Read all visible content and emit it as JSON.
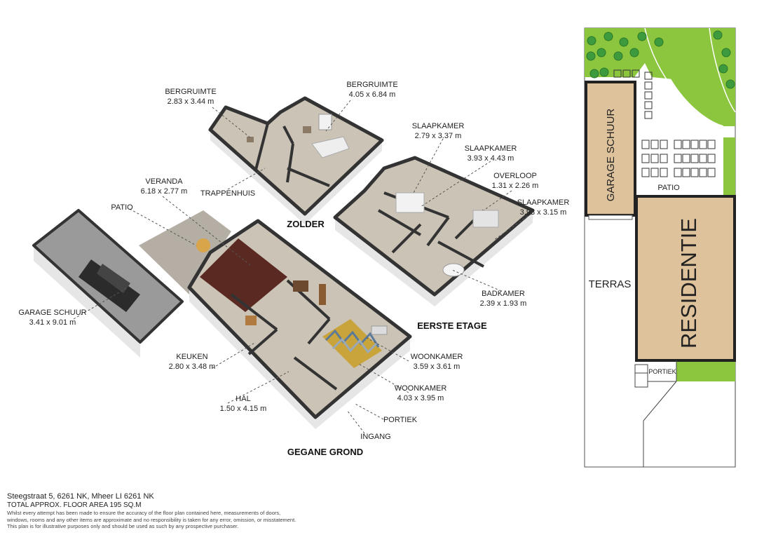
{
  "plan_labels": {
    "bergruimte_a": {
      "name": "BERGRUIMTE",
      "dims": "2.83 x 3.44 m"
    },
    "bergruimte_b": {
      "name": "BERGRUIMTE",
      "dims": "4.05 x 6.84 m"
    },
    "trappenhuis": {
      "name": "TRAPPENHUIS"
    },
    "slaapkamer_a": {
      "name": "SLAAPKAMER",
      "dims": "2.79 x 3.37 m"
    },
    "slaapkamer_b": {
      "name": "SLAAPKAMER",
      "dims": "3.93 x 4.43 m"
    },
    "overloop": {
      "name": "OVERLOOP",
      "dims": "1.31 x 2.26 m"
    },
    "slaapkamer_c": {
      "name": "SLAAPKAMER",
      "dims": "3.93 x 3.15 m"
    },
    "badkamer": {
      "name": "BADKAMER",
      "dims": "2.39 x 1.93 m"
    },
    "veranda": {
      "name": "VERANDA",
      "dims": "6.18 x 2.77 m"
    },
    "patio": {
      "name": "PATIO"
    },
    "garage": {
      "name": "GARAGE SCHUUR",
      "dims": "3.41 x 9.01 m"
    },
    "keuken": {
      "name": "KEUKEN",
      "dims": "2.80 x 3.48 m"
    },
    "hal": {
      "name": "HAL",
      "dims": "1.50 x 4.15 m"
    },
    "woonkamer_a": {
      "name": "WOONKAMER",
      "dims": "3.59 x 3.61 m"
    },
    "woonkamer_b": {
      "name": "WOONKAMER",
      "dims": "4.03 x 3.95 m"
    },
    "portiek": {
      "name": "PORTIEK"
    },
    "ingang": {
      "name": "INGANG"
    }
  },
  "floor_titles": {
    "zolder": "ZOLDER",
    "eerste_etage": "EERSTE ETAGE",
    "gegane_grond": "GEGANE GROND"
  },
  "site_plan": {
    "garage": "GARAGE SCHUUR",
    "patio": "PATIO",
    "terras": "TERRAS",
    "residentie": "RESIDENTIE",
    "portiek": "PORTIEK"
  },
  "colors": {
    "wall_top": "#3a3a3a",
    "wall_side": "#e8e8e8",
    "floor": "#c9c1b4",
    "site_grass": "#8cc63f",
    "site_building": "#dec29b"
  },
  "footer": {
    "address": "Steegstraat 5, 6261 NK, Mheer LI 6261 NK",
    "total_area": "TOTAL APPROX. FLOOR AREA 195 SQ.M",
    "disclaimer_1": "Whilst every attempt has been made to ensure the accuracy of the floor plan contained here, measurements of doors,",
    "disclaimer_2": "windows, rooms and any other items are approximate and no responsibility is taken for any error, omission, or misstatement.",
    "disclaimer_3": "This plan is for illustrative purposes only and should be used as such by any prospective purchaser."
  }
}
